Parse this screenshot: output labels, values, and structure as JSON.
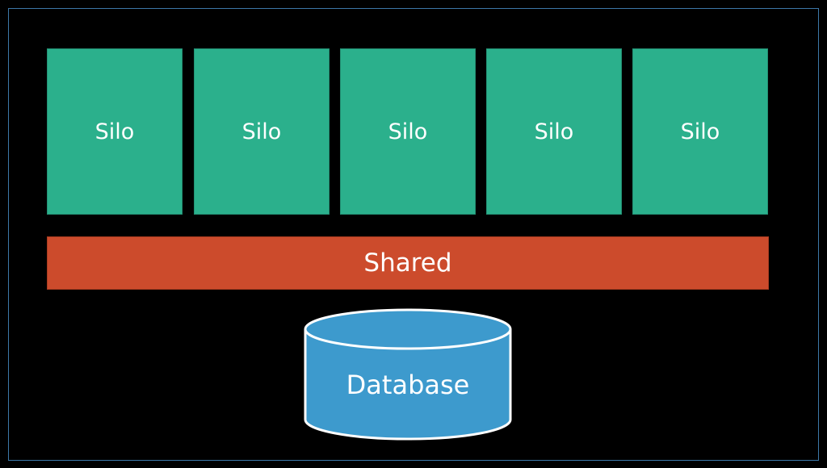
{
  "silos": [
    {
      "label": "Silo"
    },
    {
      "label": "Silo"
    },
    {
      "label": "Silo"
    },
    {
      "label": "Silo"
    },
    {
      "label": "Silo"
    }
  ],
  "shared": {
    "label": "Shared"
  },
  "database": {
    "label": "Database"
  },
  "colors": {
    "background": "#000000",
    "frame": "#3c78a8",
    "silo": "#2bb08c",
    "shared": "#cc4b2c",
    "database": "#3d9acd",
    "text": "#ffffff"
  }
}
